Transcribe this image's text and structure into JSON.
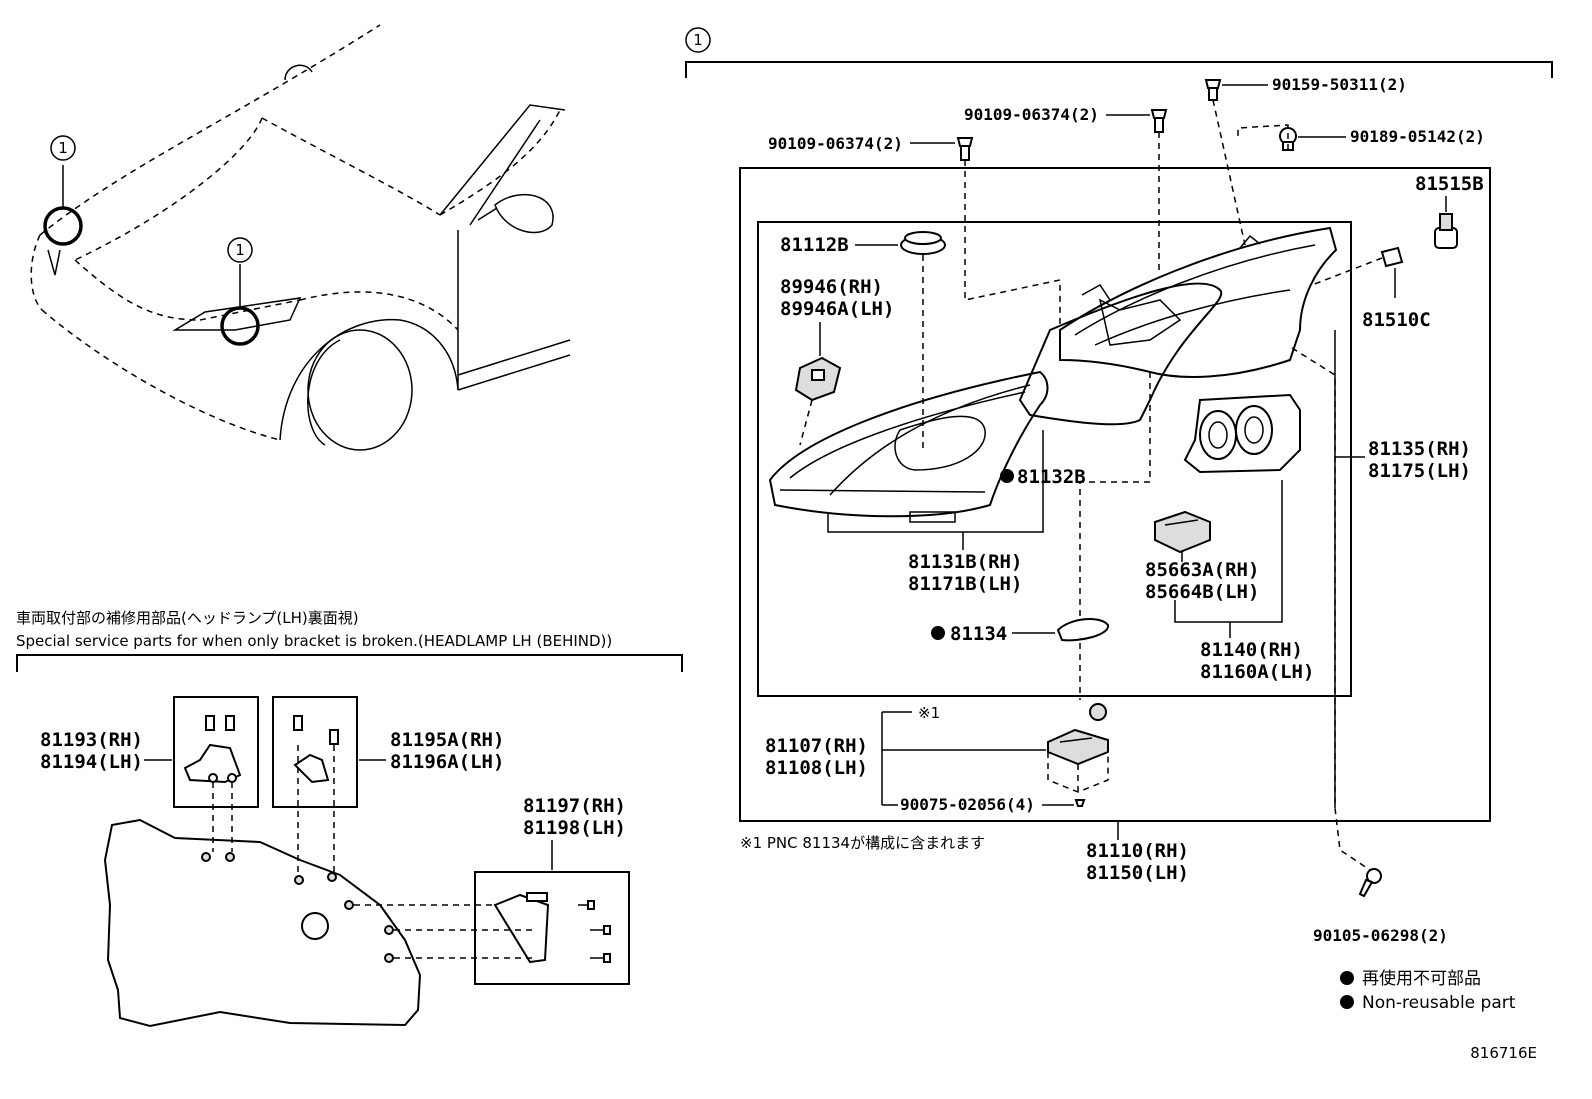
{
  "figure_code": "816716E",
  "callout_number": "1",
  "bracket_section": {
    "title_jp": "車両取付部の補修用部品(ヘッドランプ(LH)裏面視)",
    "title_en": "Special service parts for when only bracket is broken.(HEADLAMP LH (BEHIND))"
  },
  "parts": {
    "p_81193_rh": "81193(RH)",
    "p_81194_lh": "81194(LH)",
    "p_81195a_rh": "81195A(RH)",
    "p_81196a_lh": "81196A(LH)",
    "p_81197_rh": "81197(RH)",
    "p_81198_lh": "81198(LH)",
    "p_90109_a": "90109-06374(2)",
    "p_90109_b": "90109-06374(2)",
    "p_90159": "90159-50311(2)",
    "p_90189": "90189-05142(2)",
    "p_81515b": "81515B",
    "p_81510c": "81510C",
    "p_81112b": "81112B",
    "p_89946_rh": "89946(RH)",
    "p_89946a_lh": "89946A(LH)",
    "p_81132b": "81132B",
    "p_81131b_rh": "81131B(RH)",
    "p_81171b_lh": "81171B(LH)",
    "p_81135_rh": "81135(RH)",
    "p_81175_lh": "81175(LH)",
    "p_85663a_rh": "85663A(RH)",
    "p_85664b_lh": "85664B(LH)",
    "p_81134": "81134",
    "p_81140_rh": "81140(RH)",
    "p_81160a_lh": "81160A(LH)",
    "p_81107_rh": "81107(RH)",
    "p_81108_lh": "81108(LH)",
    "p_90075": "90075-02056(4)",
    "p_81110_rh": "81110(RH)",
    "p_81150_lh": "81150(LH)",
    "p_90105": "90105-06298(2)"
  },
  "note_mark": "※1",
  "note_text": "※1 PNC 81134が構成に含まれます",
  "legend": {
    "jp": "再使用不可部品",
    "en": "Non-reusable part"
  }
}
